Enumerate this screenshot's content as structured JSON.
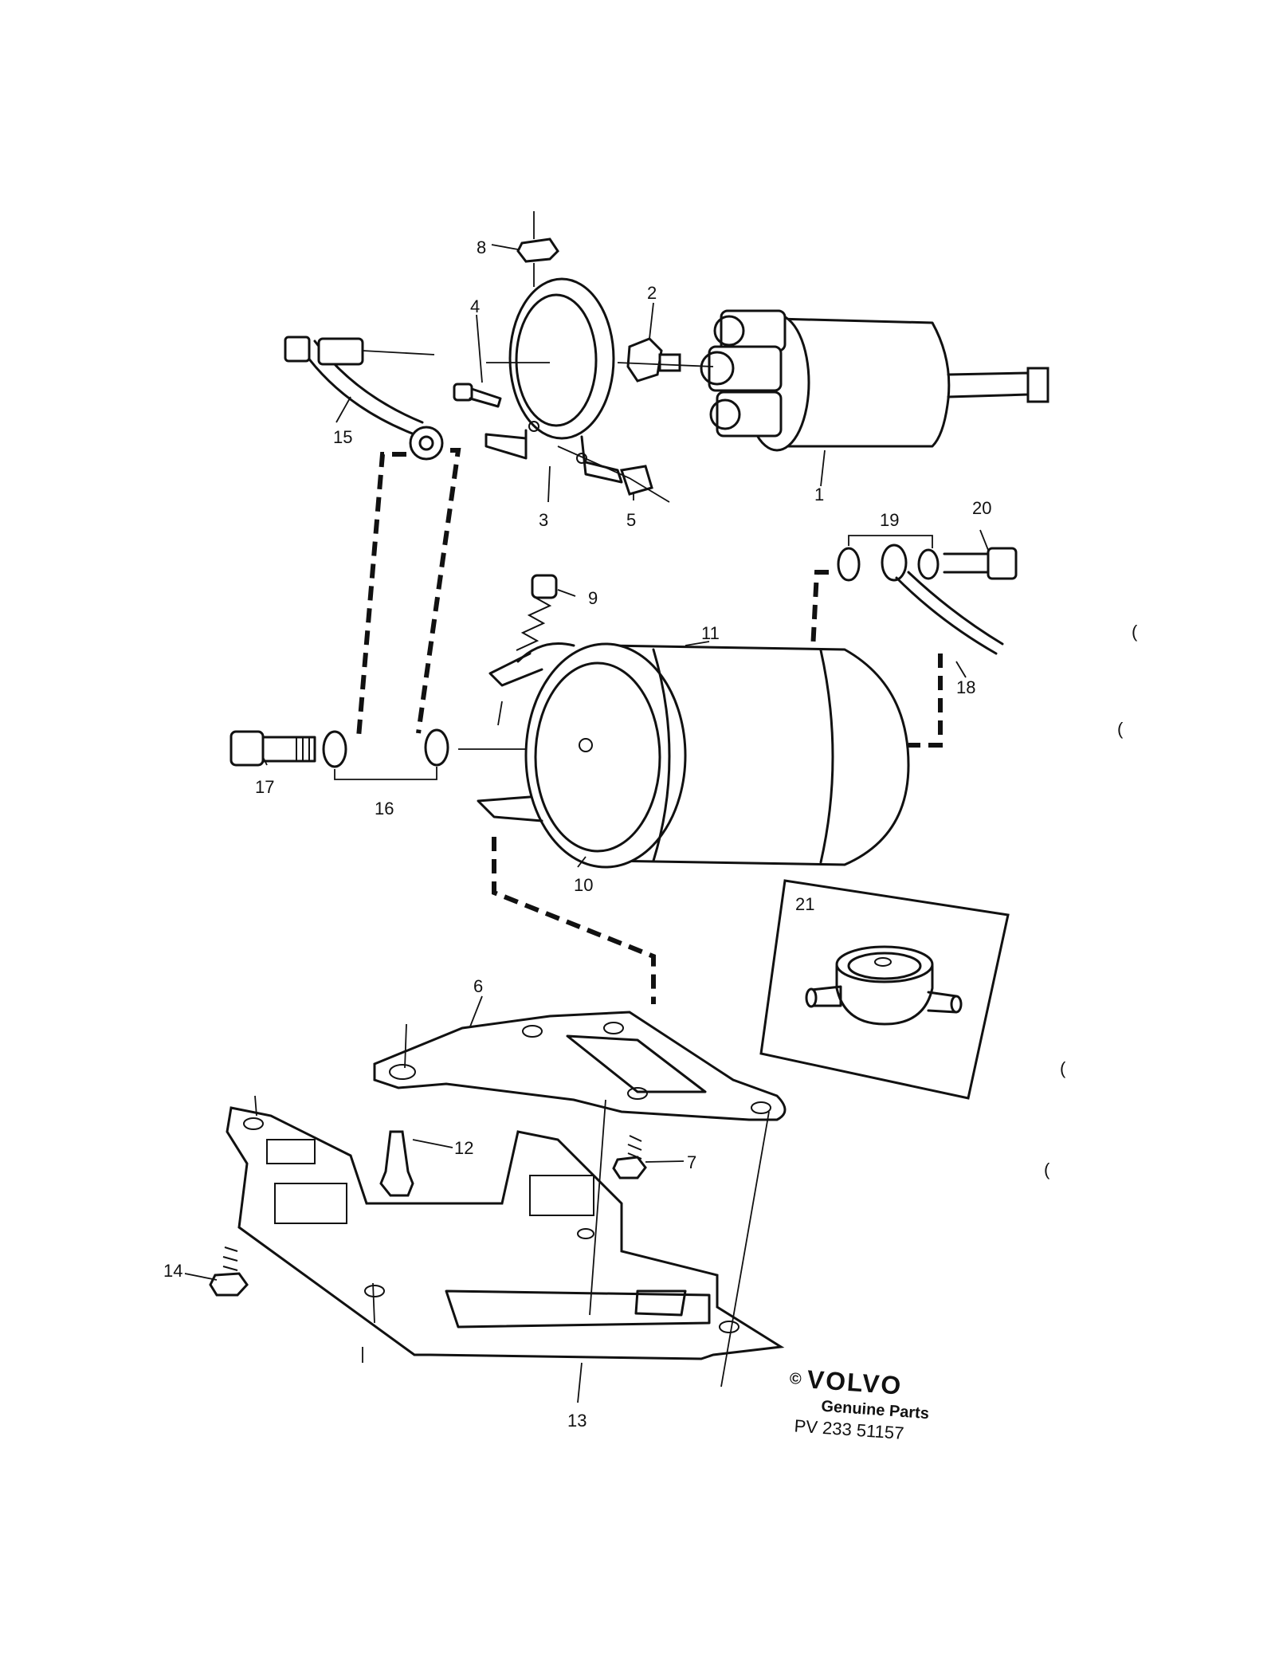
{
  "diagram": {
    "callouts": [
      "1",
      "2",
      "3",
      "4",
      "5",
      "6",
      "7",
      "8",
      "9",
      "10",
      "11",
      "12",
      "13",
      "14",
      "15",
      "16",
      "17",
      "18",
      "19",
      "20",
      "21"
    ],
    "inset_label": "21",
    "logo": {
      "copyright": "©",
      "brand": "VOLVO",
      "tagline": "Genuine Parts"
    },
    "part_number": "PV 233  51157",
    "edge_marks": [
      "(",
      "(",
      "(",
      "("
    ]
  }
}
